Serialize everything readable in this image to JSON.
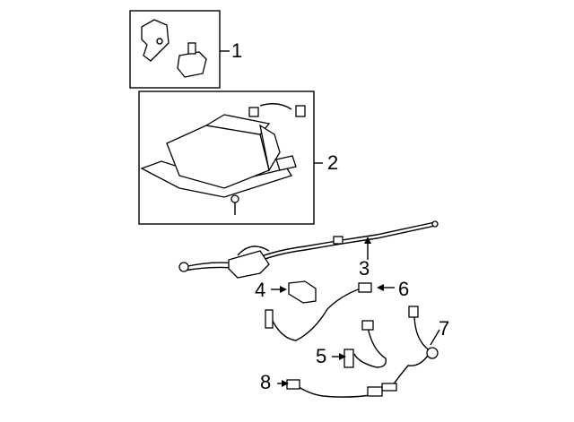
{
  "callouts": [
    "1",
    "2",
    "3",
    "4",
    "5",
    "6",
    "7",
    "8"
  ],
  "colors": {
    "line": "#000000",
    "background": "#ffffff"
  }
}
